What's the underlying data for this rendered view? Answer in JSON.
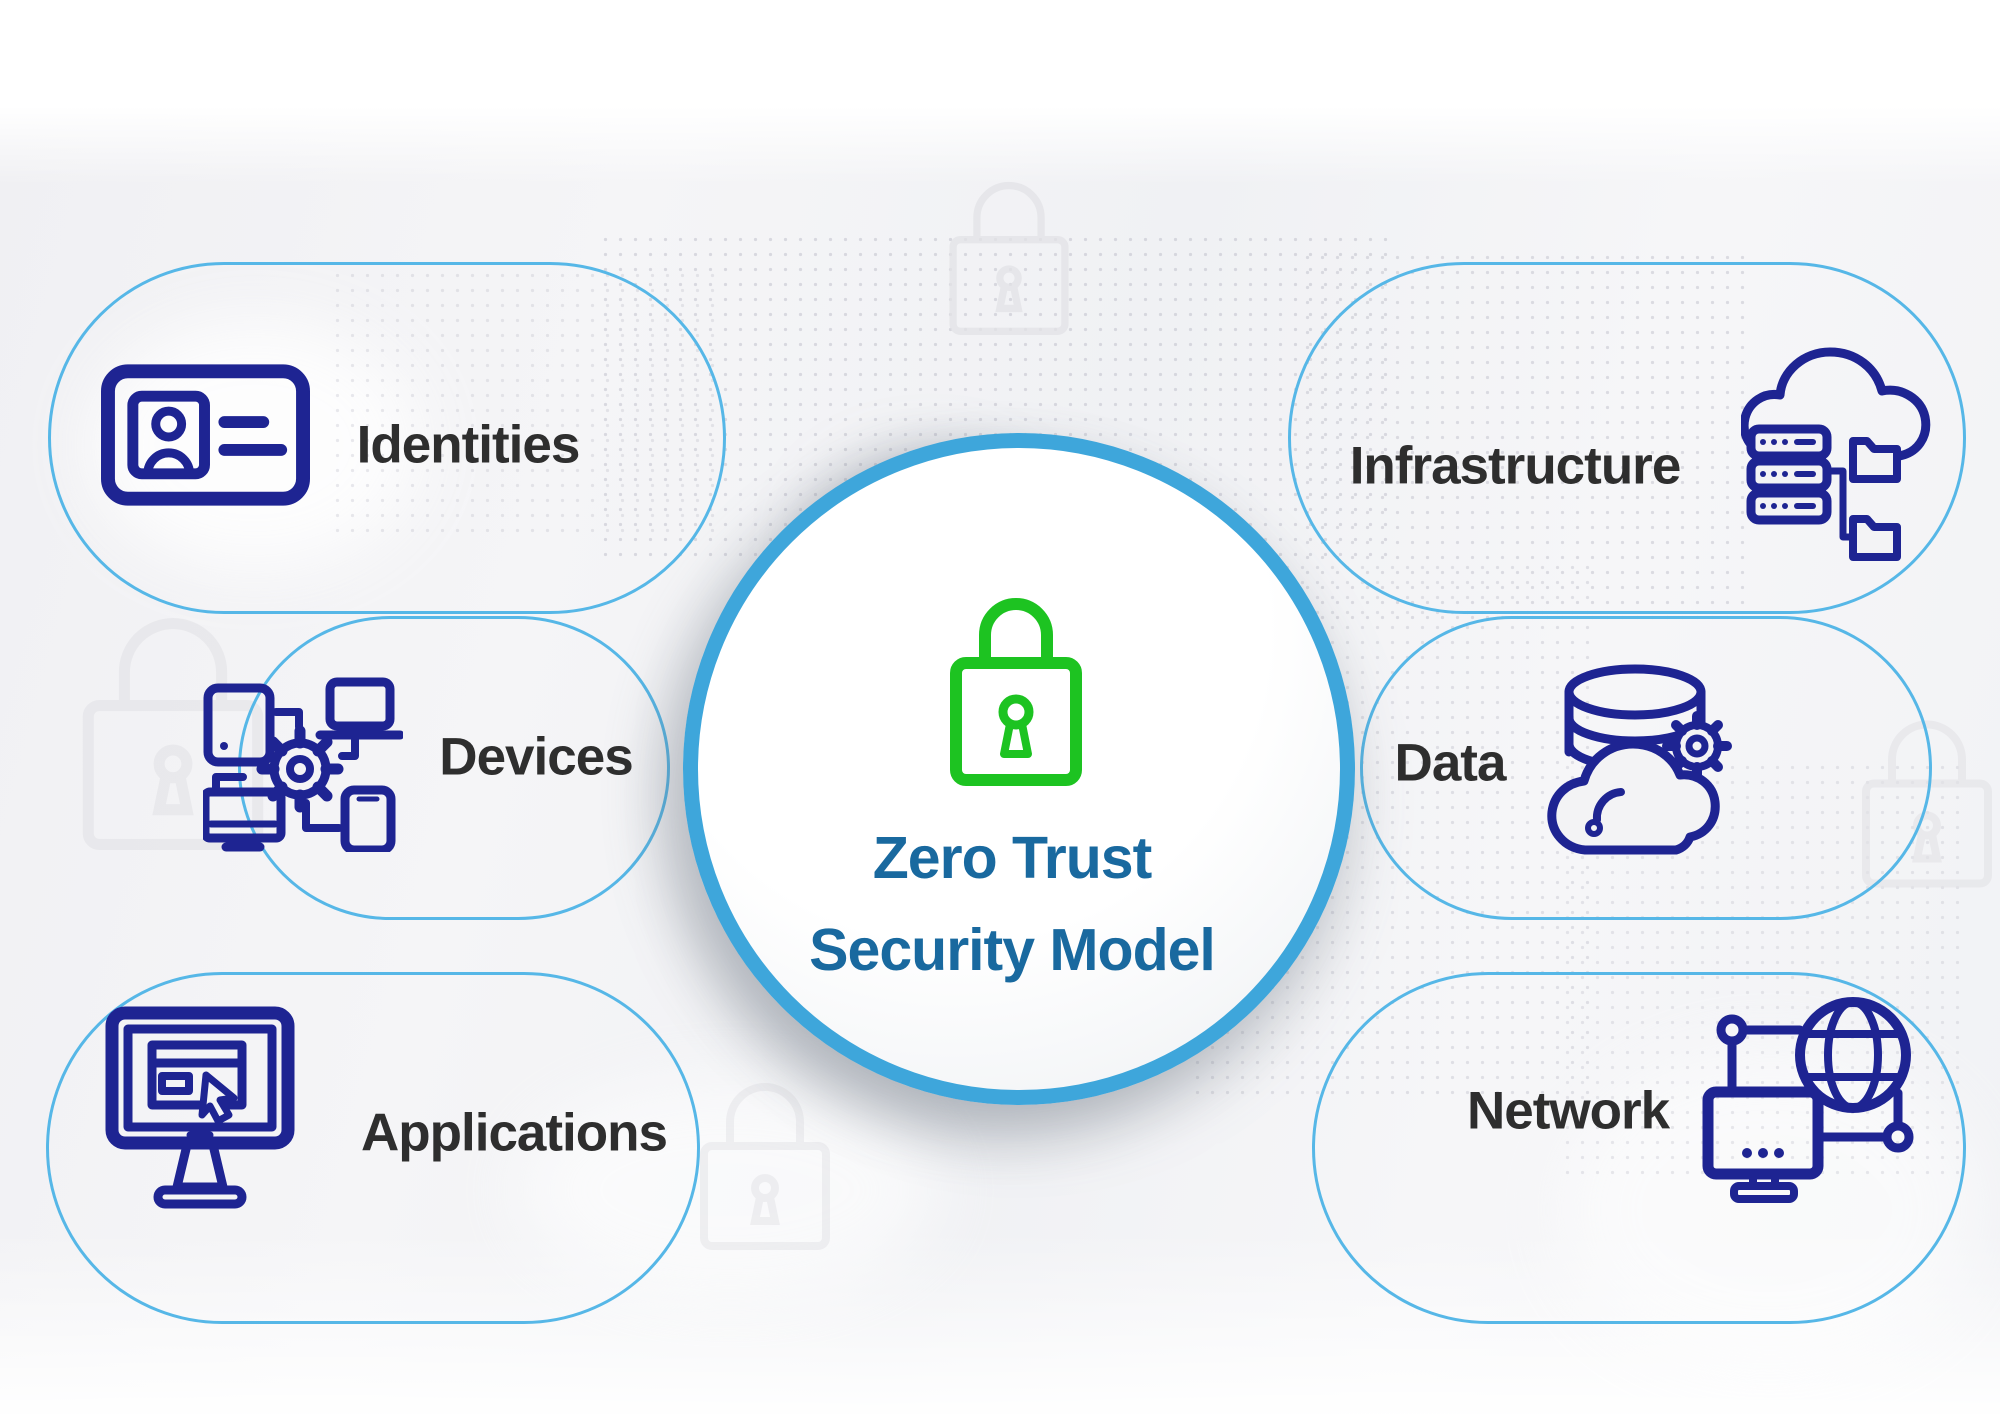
{
  "diagram_title": {
    "line1": "Zero Trust",
    "line2": "Security Model"
  },
  "center": {
    "icon": "padlock-icon"
  },
  "categories": [
    {
      "label": "Identities",
      "icon": "id-card-icon",
      "side": "left"
    },
    {
      "label": "Devices",
      "icon": "connected-devices-icon",
      "side": "left"
    },
    {
      "label": "Applications",
      "icon": "app-window-monitor-icon",
      "side": "left"
    },
    {
      "label": "Infrastructure",
      "icon": "cloud-server-icon",
      "side": "right"
    },
    {
      "label": "Data",
      "icon": "database-cloud-gear-icon",
      "side": "right"
    },
    {
      "label": "Network",
      "icon": "globe-network-icon",
      "side": "right"
    }
  ],
  "colors": {
    "bubble_outline": "#56b7e7",
    "circle_outline": "#3ea6db",
    "icon_navy": "#1e2492",
    "lock_green": "#1dc321",
    "title_blue": "#19699f",
    "label_gray": "#2e2e2e",
    "background": "#f3f3f5"
  },
  "background_motifs": [
    "dot-grid-pattern",
    "padlock-watermarks"
  ]
}
